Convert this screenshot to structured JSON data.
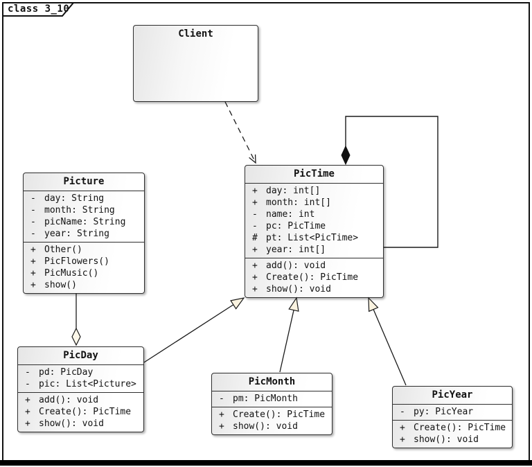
{
  "frame": {
    "label": "class 3_10"
  },
  "diagram_type": "UML class diagram",
  "classes": {
    "client": {
      "name": "Client",
      "attributes": [],
      "methods": []
    },
    "picture": {
      "name": "Picture",
      "attributes": [
        {
          "vis": "-",
          "text": "day: String"
        },
        {
          "vis": "-",
          "text": "month: String"
        },
        {
          "vis": "-",
          "text": "picName: String"
        },
        {
          "vis": "-",
          "text": "year: String"
        }
      ],
      "methods": [
        {
          "vis": "+",
          "text": "Other()"
        },
        {
          "vis": "+",
          "text": "PicFlowers()"
        },
        {
          "vis": "+",
          "text": "PicMusic()"
        },
        {
          "vis": "+",
          "text": "show()"
        }
      ]
    },
    "picTime": {
      "name": "PicTime",
      "attributes": [
        {
          "vis": "+",
          "text": "day: int[]"
        },
        {
          "vis": "+",
          "text": "month: int[]"
        },
        {
          "vis": "-",
          "text": "name: int"
        },
        {
          "vis": "-",
          "text": "pc: PicTime"
        },
        {
          "vis": "#",
          "text": "pt: List<PicTime>"
        },
        {
          "vis": "+",
          "text": "year: int[]"
        }
      ],
      "methods": [
        {
          "vis": "+",
          "text": "add(): void"
        },
        {
          "vis": "+",
          "text": "Create(): PicTime"
        },
        {
          "vis": "+",
          "text": "show(): void"
        }
      ]
    },
    "picDay": {
      "name": "PicDay",
      "attributes": [
        {
          "vis": "-",
          "text": "pd: PicDay"
        },
        {
          "vis": "-",
          "text": "pic: List<Picture>"
        }
      ],
      "methods": [
        {
          "vis": "+",
          "text": "add(): void"
        },
        {
          "vis": "+",
          "text": "Create(): PicTime"
        },
        {
          "vis": "+",
          "text": "show(): void"
        }
      ]
    },
    "picMonth": {
      "name": "PicMonth",
      "attributes": [
        {
          "vis": "-",
          "text": "pm: PicMonth"
        }
      ],
      "methods": [
        {
          "vis": "+",
          "text": "Create(): PicTime"
        },
        {
          "vis": "+",
          "text": "show(): void"
        }
      ]
    },
    "picYear": {
      "name": "PicYear",
      "attributes": [
        {
          "vis": "-",
          "text": "py: PicYear"
        }
      ],
      "methods": [
        {
          "vis": "+",
          "text": "Create(): PicTime"
        },
        {
          "vis": "+",
          "text": "show(): void"
        }
      ]
    }
  },
  "relationships": [
    {
      "type": "dependency",
      "from": "Client",
      "to": "PicTime",
      "line": "dashed",
      "arrow": "open"
    },
    {
      "type": "composition",
      "from": "PicTime",
      "to": "PicTime",
      "diamond": "filled",
      "note": "self-reference loop"
    },
    {
      "type": "aggregation",
      "whole": "PicDay",
      "part": "Picture",
      "diamond": "hollow"
    },
    {
      "type": "generalization",
      "from": "PicDay",
      "to": "PicTime",
      "arrow": "hollow-triangle"
    },
    {
      "type": "generalization",
      "from": "PicMonth",
      "to": "PicTime",
      "arrow": "hollow-triangle"
    },
    {
      "type": "generalization",
      "from": "PicYear",
      "to": "PicTime",
      "arrow": "hollow-triangle"
    }
  ],
  "colors": {
    "line": "#1a1a1a",
    "box_border": "#2e2e2e",
    "box_fill_start": "#e6e6e6",
    "box_fill_end": "#ffffff",
    "arrowhead_fill": "#faf3e0",
    "diamond_hollow_fill": "#fdf8ea",
    "diamond_filled": "#111111",
    "frame_bar": "#000000"
  }
}
